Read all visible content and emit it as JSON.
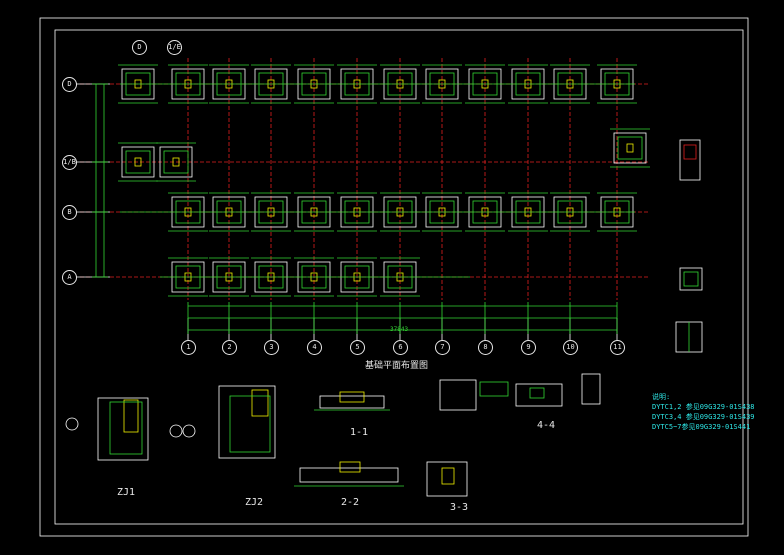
{
  "plan": {
    "title": "基础平面布置图",
    "col_labels": [
      "1",
      "2",
      "3",
      "4",
      "5",
      "6",
      "7",
      "8",
      "9",
      "10",
      "11"
    ],
    "row_labels": [
      "D",
      "1/B",
      "B",
      "A"
    ],
    "top_labels": [
      "D",
      "1/E"
    ],
    "dims_outer": "37843"
  },
  "sections": {
    "s11": "1-1",
    "s22": "2-2",
    "s33": "3-3",
    "s44": "4-4",
    "zj1": "ZJ1",
    "zj2": "ZJ2"
  },
  "notes": {
    "title": "说明:",
    "lines": [
      "DYTC1,2 参见09G329-01S438",
      "DYTC3,4 参见09G329-01S439",
      "DYTC5~7参见09G329-01S441"
    ]
  },
  "colors": {
    "frame": "#ffffff",
    "green": "#33d633",
    "yellow": "#f2f200",
    "red": "#e02020",
    "cyan": "#2ee6e6"
  }
}
